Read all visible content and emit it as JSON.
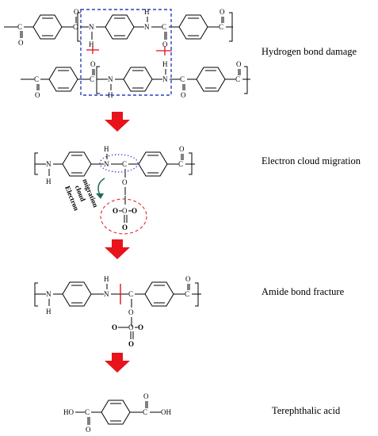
{
  "labels": {
    "step1": "Hydrogen bond damage",
    "step2": "Electron cloud migration",
    "step3": "Amide bond fracture",
    "step4": "Terephthalic acid"
  },
  "atoms": {
    "C": "C",
    "O": "O",
    "N": "N",
    "H": "H",
    "HO": "HO",
    "OH": "OH"
  },
  "annotation": [
    "Electron",
    "cloud",
    "migration"
  ],
  "colors": {
    "arrow": "#e8131b",
    "hbond_box": "#2b3fbf",
    "cleavage": "#e0101c",
    "electron_dots": "#4a56c8",
    "oxygen_circle": "#e0101c",
    "curved_arrow": "#1f6b55"
  }
}
